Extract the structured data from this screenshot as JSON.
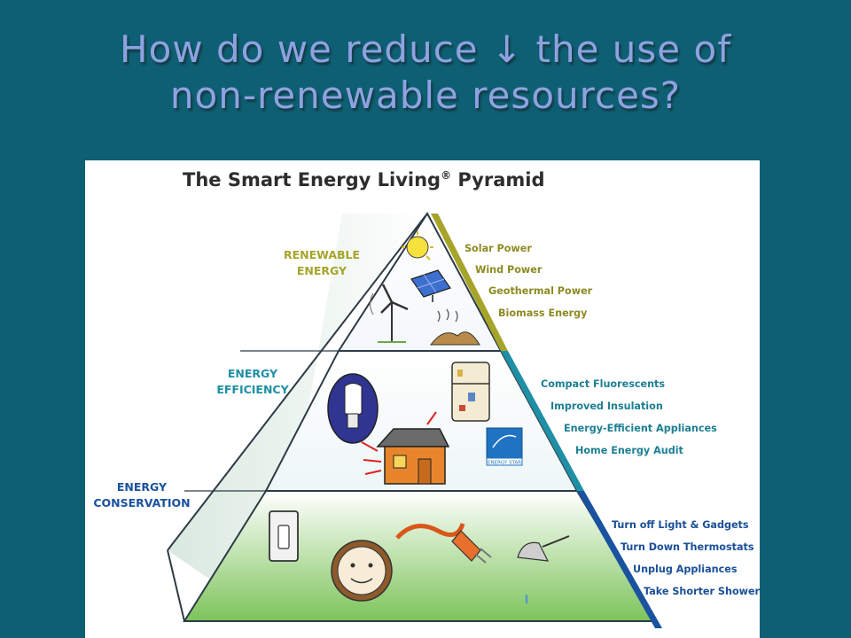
{
  "slide": {
    "title_line1": "How do we reduce ↓ the use of",
    "title_line2": "non-renewable resources?"
  },
  "diagram": {
    "title": "The Smart Energy Living",
    "title_mark": "®",
    "title_suffix": " Pyramid",
    "tiers": [
      {
        "label_line1": "RENEWABLE",
        "label_line2": "ENERGY",
        "color": "#a6a42a",
        "items": [
          "Solar Power",
          "Wind Power",
          "Geothermal Power",
          "Biomass Energy"
        ]
      },
      {
        "label_line1": "ENERGY",
        "label_line2": "EFFICIENCY",
        "color": "#1f8fa6",
        "items": [
          "Compact Fluorescents",
          "Improved Insulation",
          "Energy-Efficient Appliances",
          "Home Energy Audit"
        ]
      },
      {
        "label_line1": "ENERGY",
        "label_line2": "CONSERVATION",
        "color": "#1a52a0",
        "items": [
          "Turn off Light & Gadgets",
          "Turn Down Thermostats",
          "Unplug Appliances",
          "Take Shorter Showers"
        ]
      }
    ],
    "energy_star_label": "ENERGY STAR",
    "icons": [
      "sun-icon",
      "solar-panel-icon",
      "wind-turbine-icon",
      "biomass-icon",
      "cfl-bulb-icon",
      "refrigerator-icon",
      "house-icon",
      "energy-star-icon",
      "light-switch-icon",
      "thermostat-icon",
      "plug-icon",
      "shower-head-icon"
    ]
  }
}
